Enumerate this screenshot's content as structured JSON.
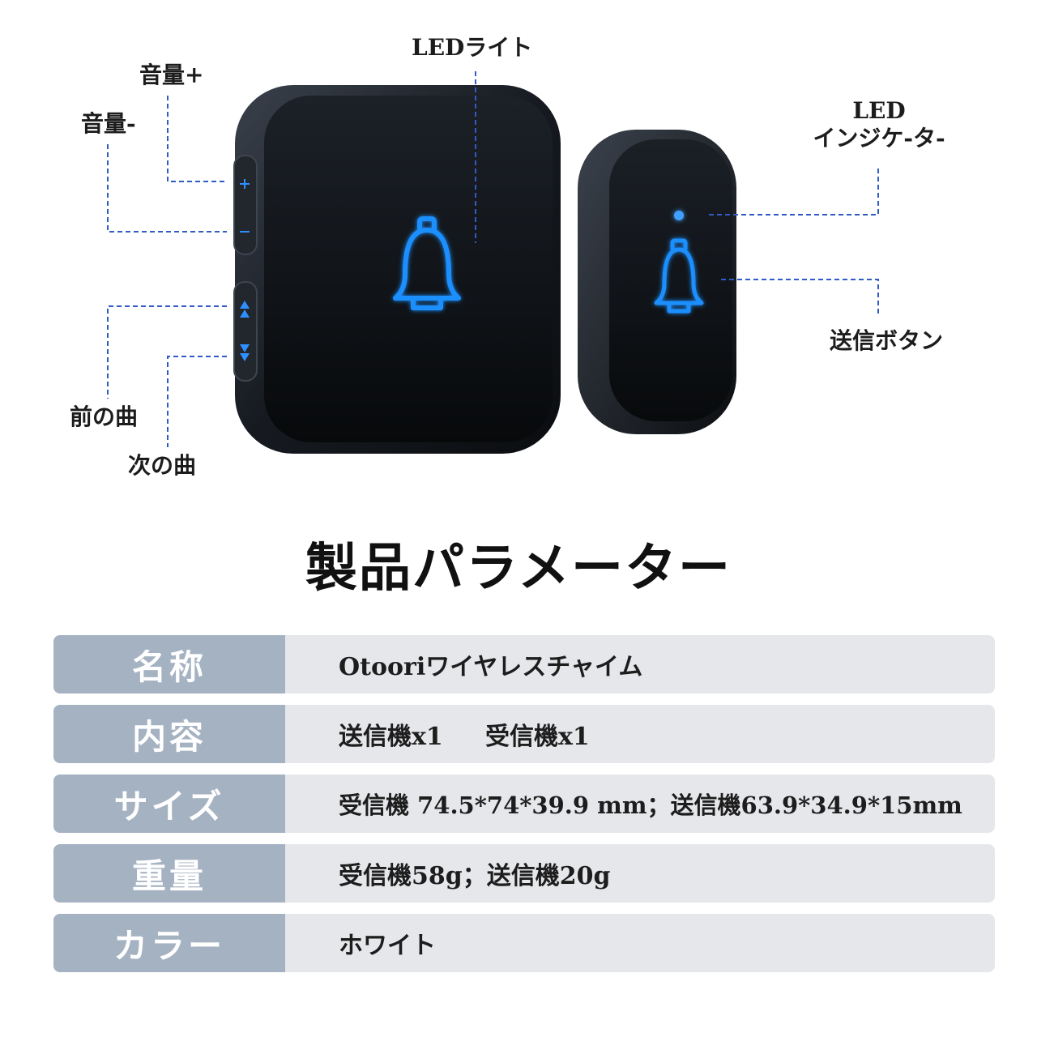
{
  "callouts": {
    "volume_up": "音量+",
    "volume_down": "音量-",
    "led_light": "LEDライト",
    "led_indicator_line1": "LED",
    "led_indicator_line2": "インジケ-タ-",
    "send_button": "送信ボタン",
    "prev_song": "前の曲",
    "next_song": "次の曲"
  },
  "title": "製品パラメーター",
  "specs": [
    {
      "label": "名称",
      "value": "Otooriワイヤレスチャイム"
    },
    {
      "label": "内容",
      "value": "送信機x1     受信機x1"
    },
    {
      "label": "サイズ",
      "value": "受信機 74.5*74*39.9 mm；送信機63.9*34.9*15mm"
    },
    {
      "label": "重量",
      "value": "受信機58g；送信機20g"
    },
    {
      "label": "カラー",
      "value": "ホワイト"
    }
  ],
  "colors": {
    "accent_blue": "#1f8fff",
    "label_bg": "#a5b2c2",
    "row_bg": "#e6e7ea",
    "device_body": "#14181e"
  },
  "icons": [
    "bell-icon",
    "plus-icon",
    "minus-icon",
    "up-arrow-icon",
    "down-arrow-icon",
    "led-dot-icon"
  ]
}
